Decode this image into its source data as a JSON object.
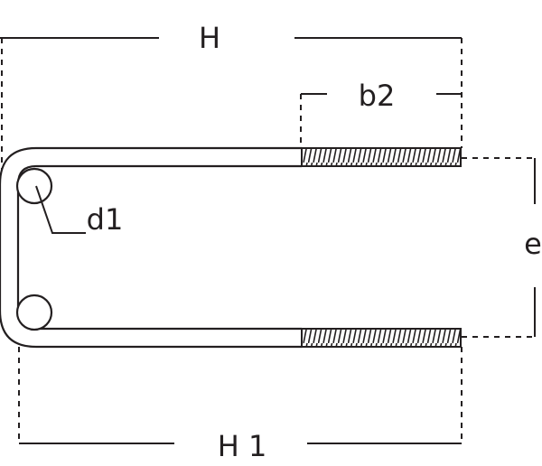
{
  "diagram": {
    "labels": {
      "H": "H",
      "b2": "b2",
      "d1": "d1",
      "e": "e",
      "H1": "H 1"
    },
    "colors": {
      "line": "#231f20",
      "background": "#ffffff"
    }
  }
}
